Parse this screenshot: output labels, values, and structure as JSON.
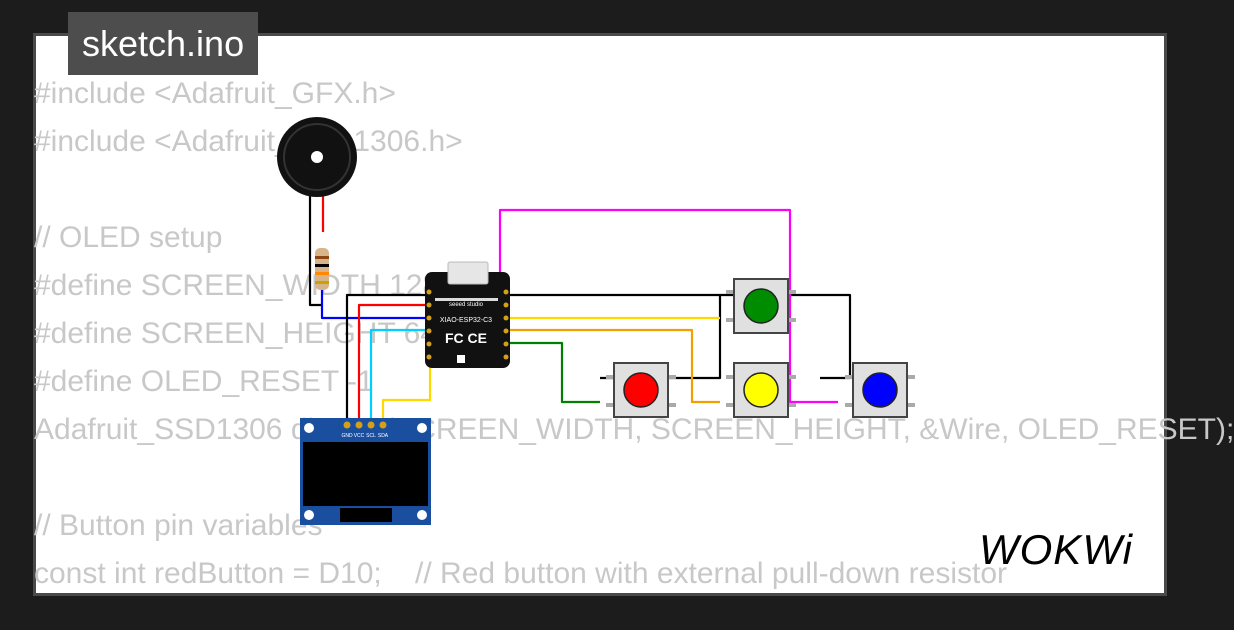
{
  "tab": {
    "filename": "sketch.ino"
  },
  "code_lines": [
    "#include <Adafruit_GFX.h>",
    "#include <Adafruit_SSD1306.h>",
    "",
    "// OLED setup",
    "#define SCREEN_WIDTH 128",
    "#define SCREEN_HEIGHT 64",
    "#define OLED_RESET -1",
    "Adafruit_SSD1306 display(SCREEN_WIDTH, SCREEN_HEIGHT, &Wire, OLED_RESET);",
    "",
    "// Button pin variables",
    "const int redButton = D10;    // Red button with external pull-down resistor"
  ],
  "board": {
    "brand": "seeed studio",
    "model": "XIAO-ESP32-C3",
    "cert": "FC CE"
  },
  "oled": {
    "pins": [
      "GND",
      "VCC",
      "SCL",
      "SDA"
    ]
  },
  "buttons": [
    {
      "name": "green",
      "color": "#008c00"
    },
    {
      "name": "red",
      "color": "#ff0000"
    },
    {
      "name": "yellow",
      "color": "#ffff00"
    },
    {
      "name": "blue",
      "color": "#0000ff"
    }
  ],
  "wire_colors": {
    "black": "#000000",
    "red": "#ff0000",
    "blue": "#0000ff",
    "magenta": "#ff00ff",
    "yellow": "#ffd800",
    "orange": "#f0a000",
    "green": "#008000",
    "cyan": "#00d0ff"
  },
  "logo": {
    "text": "WOKWi"
  }
}
